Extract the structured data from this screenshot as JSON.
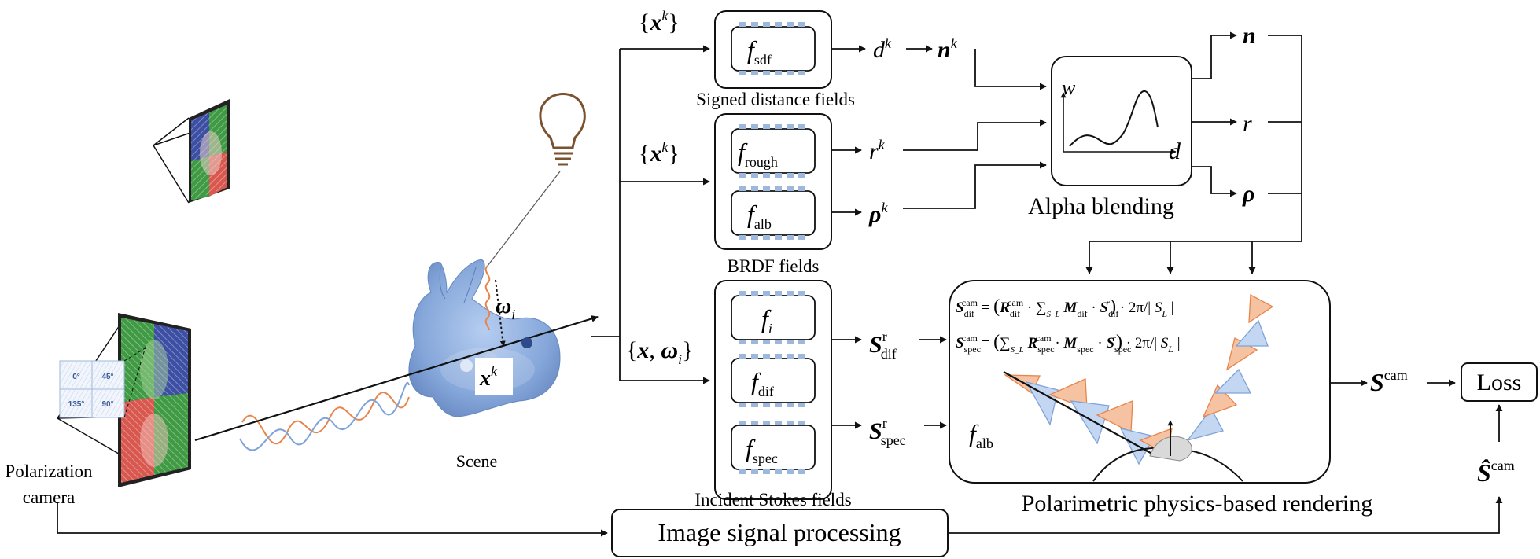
{
  "colors": {
    "stroke": "#111111",
    "wave_orange": "#e8844a",
    "wave_blue": "#7ea3d8",
    "lobe_orange_fill": "#f6c3a2",
    "lobe_blue_fill": "#c3d6f2",
    "bunny": "#8faede",
    "module_bar": "#9db7dd",
    "sensor_green": "#3f9a43",
    "sensor_blue": "#3c4fa3",
    "sensor_red": "#d8584f"
  },
  "scene": {
    "label": "Scene"
  },
  "camera": {
    "label_line1": "Polarization",
    "label_line2": "camera"
  },
  "mosaic": {
    "a0": "0°",
    "a45": "45°",
    "a135": "135°",
    "a90": "90°"
  },
  "sdf": {
    "input": "{x^k}",
    "module": "f_sdf",
    "caption": "Signed distance fields",
    "out_d": "d^k",
    "out_n": "n^k"
  },
  "brdf": {
    "input": "{x^k}",
    "module_rough": "f_rough",
    "module_alb": "f_alb",
    "caption": "BRDF fields",
    "out_r": "r^k",
    "out_rho": "ρ^k"
  },
  "stokes": {
    "input": "{x, ω_i}",
    "module_i": "f_i",
    "module_dif": "f_dif",
    "module_spec": "f_spec",
    "caption": "Incident Stokes fields",
    "out_dif": "S^r_dif",
    "out_spec": "S^r_spec"
  },
  "alpha": {
    "caption": "Alpha blending",
    "axis_y": "w",
    "axis_x": "d",
    "out_n": "n",
    "out_r": "r",
    "out_rho": "ρ"
  },
  "render": {
    "caption": "Polarimetric physics-based rendering",
    "eq1": "S_dif^cam = (R_dif^cam · Σ_SL M_dif · S_dif^r) · 2π/|S_L|",
    "eq2": "S_spec^cam = (Σ_SL R_spec^cam · M_spec · S_spec^r) · 2π/|S_L|",
    "falb": "f_alb",
    "output": "S^cam"
  },
  "ray": {
    "omega": "ω_i",
    "xk": "x^k"
  },
  "isp": {
    "label": "Image signal processing"
  },
  "loss": {
    "label": "Loss",
    "target": "Ŝ^cam"
  }
}
